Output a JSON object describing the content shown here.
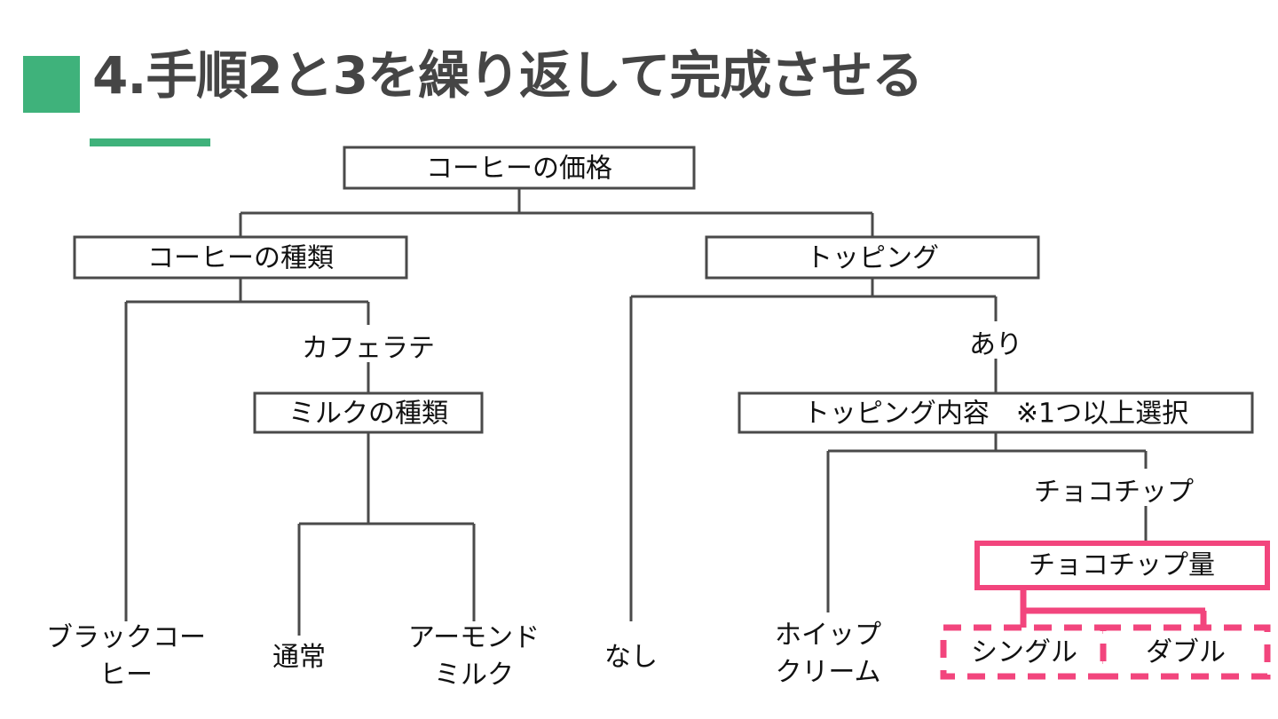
{
  "slide": {
    "title": "4.手順2と3を繰り返して完成させる",
    "accent_green": "#3fb27b",
    "accent_pink": "#f2457d",
    "line_color": "#4a4a4a",
    "text_color": "#111111",
    "background": "#ffffff"
  },
  "diagram": {
    "type": "tree",
    "root": {
      "label": "コーヒーの価格"
    },
    "nodes": {
      "coffee_type": {
        "label": "コーヒーの種類"
      },
      "topping": {
        "label": "トッピング"
      },
      "milk_type": {
        "label": "ミルクの種類"
      },
      "topping_content": {
        "label": "トッピング内容　※1つ以上選択"
      },
      "choco_amount": {
        "label": "チョコチップ量"
      }
    },
    "edge_labels": {
      "cafe_latte": "カフェラテ",
      "ari": "あり",
      "choco_chip": "チョコチップ"
    },
    "leaves": {
      "black_coffee_l1": "ブラックコー",
      "black_coffee_l2": "ヒー",
      "normal": "通常",
      "almond_l1": "アーモンド",
      "almond_l2": "ミルク",
      "nashi": "なし",
      "whip_l1": "ホイップ",
      "whip_l2": "クリーム",
      "single": "シングル",
      "double": "ダブル"
    }
  }
}
